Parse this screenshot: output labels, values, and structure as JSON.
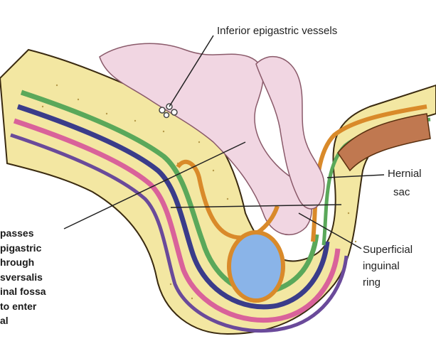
{
  "labels": {
    "inferior_epigastric": "Inferior epigastric vessels",
    "hernial_sac_line1": "Hernial",
    "hernial_sac_line2": "sac",
    "superficial_line1": "Superficial",
    "superficial_line2": "inguinal",
    "superficial_line3": "ring"
  },
  "left_caption": [
    "passes",
    "pigastric",
    "hrough",
    "sversalis",
    "inal fossa",
    "to enter",
    "al"
  ],
  "colors": {
    "skin": "#f3e7a2",
    "fascia_green": "#5aa85a",
    "fascia_blue": "#3a3c8a",
    "fascia_pink": "#d9629a",
    "fascia_purple": "#6a4a9a",
    "orange": "#d98a2a",
    "intestine": "#f1d6e2",
    "testis": "#8ab4e8",
    "muscle_brown": "#c07850"
  }
}
